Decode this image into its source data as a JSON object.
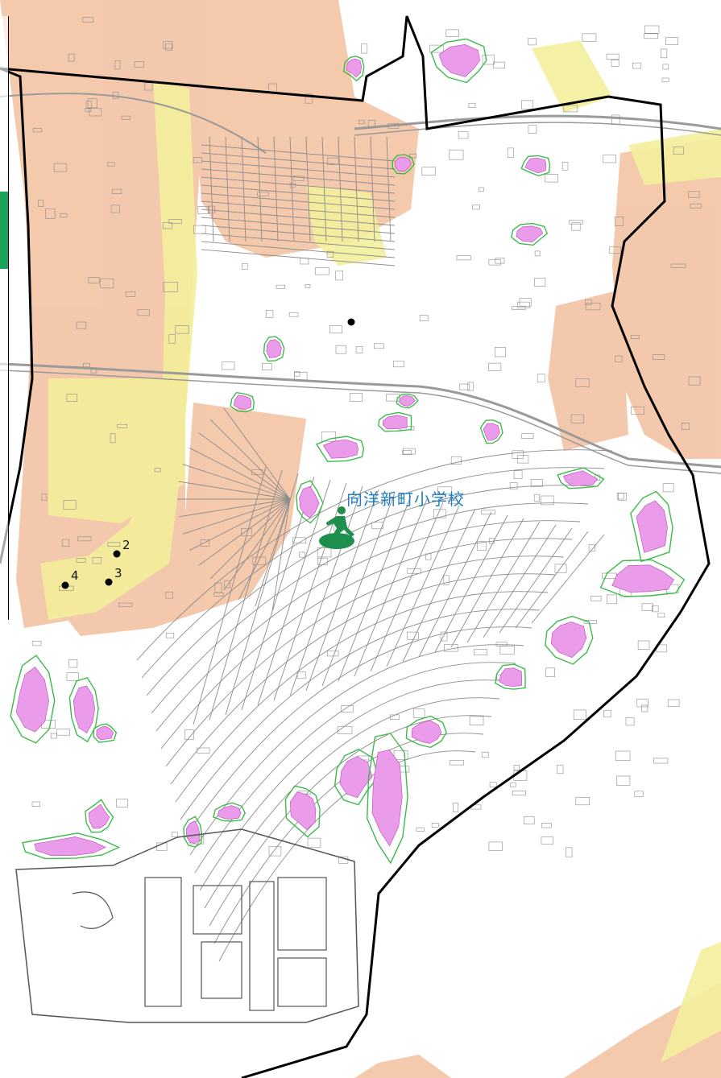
{
  "map": {
    "school": {
      "name": "向洋新町小学校",
      "icon": "evacuation-running-person-icon"
    },
    "points": [
      {
        "label": "2"
      },
      {
        "label": "3"
      },
      {
        "label": "4"
      }
    ],
    "colors": {
      "background": "#ffffff",
      "orange_zone": "#f3c6a8",
      "yellow_zone": "#f3ee9b",
      "pink_zone": "#ea9cea",
      "green_outline": "#3dbb4a",
      "boundary": "#000000",
      "school_label": "#1f7fc0",
      "evac_symbol": "#1f8f4e",
      "legend_green": "#1aa35b"
    }
  }
}
